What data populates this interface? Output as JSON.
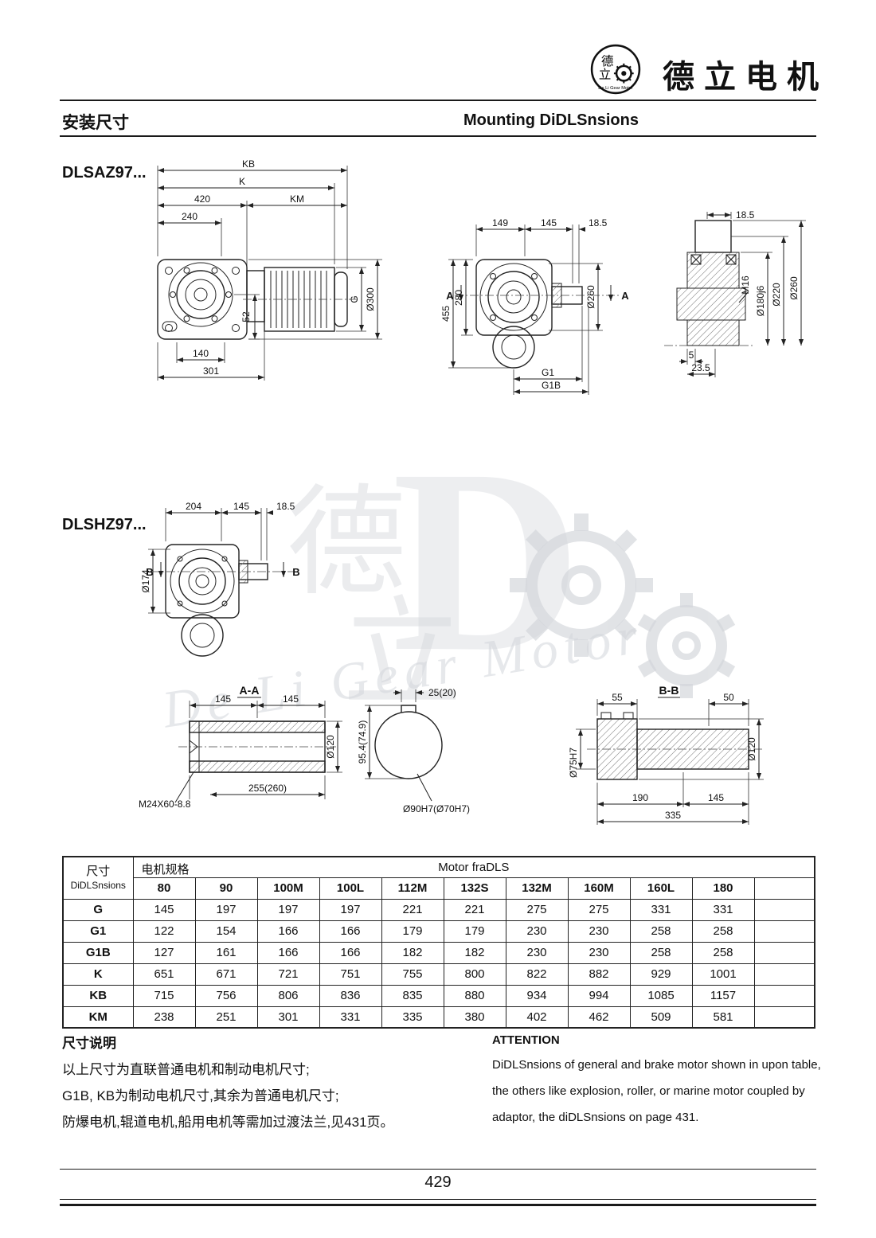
{
  "header": {
    "emblem": {
      "char_top": "德",
      "char_bottom": "立",
      "arc_text": "De Li Gear Motor"
    },
    "brand_cn": "德立电机",
    "title_cn": "安装尺寸",
    "title_en": "Mounting DiDLSnsions"
  },
  "sections": {
    "dlsaz_label": "DLSAZ97...",
    "dlshz_label": "DLSHZ97..."
  },
  "dims": {
    "side": {
      "kb": "KB",
      "k": "K",
      "n420": "420",
      "km": "KM",
      "n240": "240",
      "n52": "52",
      "g": "G",
      "d300": "Ø300",
      "n140": "140",
      "n301": "301"
    },
    "front": {
      "n149": "149",
      "n145": "145",
      "n185": "18.5",
      "n455": "455",
      "n280": "280",
      "sec": "A",
      "d260": "Ø260",
      "g1": "G1",
      "g1b": "G1B"
    },
    "detail": {
      "n185": "18.5",
      "m16": "M16",
      "d180": "Ø180j6",
      "d220": "Ø220",
      "d260": "Ø260",
      "n5": "5",
      "n235": "23.5"
    },
    "hz": {
      "n204": "204",
      "n145": "145",
      "n185": "18.5",
      "d174": "Ø174",
      "sec": "B"
    },
    "aa": {
      "title": "A-A",
      "n145": "145",
      "d120": "Ø120",
      "m24": "M24X60-8.8",
      "n255": "255(260)",
      "n954": "95.4(74.9)",
      "n25": "25(20)",
      "d90": "Ø90H7(Ø70H7)"
    },
    "bb": {
      "title": "B-B",
      "n55": "55",
      "n50": "50",
      "d120": "Ø120",
      "d75": "Ø75H7",
      "n190": "190",
      "n145": "145",
      "n335": "335"
    }
  },
  "watermark": {
    "cn1": "德",
    "cn2": "立",
    "big": "D",
    "text": "De Li Gear Motor"
  },
  "table": {
    "dim_label_cn": "尺寸",
    "dim_label_en": "DiDLSnsions",
    "spec_label_cn": "电机规格",
    "spec_label_en": "Motor fraDLS",
    "sizes": [
      "80",
      "90",
      "100M",
      "100L",
      "112M",
      "132S",
      "132M",
      "160M",
      "160L",
      "180"
    ],
    "rows": [
      {
        "name": "G",
        "values": [
          "145",
          "197",
          "197",
          "197",
          "221",
          "221",
          "275",
          "275",
          "331",
          "331"
        ]
      },
      {
        "name": "G1",
        "values": [
          "122",
          "154",
          "166",
          "166",
          "179",
          "179",
          "230",
          "230",
          "258",
          "258"
        ]
      },
      {
        "name": "G1B",
        "values": [
          "127",
          "161",
          "166",
          "166",
          "182",
          "182",
          "230",
          "230",
          "258",
          "258"
        ]
      },
      {
        "name": "K",
        "values": [
          "651",
          "671",
          "721",
          "751",
          "755",
          "800",
          "822",
          "882",
          "929",
          "1001"
        ]
      },
      {
        "name": "KB",
        "values": [
          "715",
          "756",
          "806",
          "836",
          "835",
          "880",
          "934",
          "994",
          "1085",
          "1157"
        ]
      },
      {
        "name": "KM",
        "values": [
          "238",
          "251",
          "301",
          "331",
          "335",
          "380",
          "402",
          "462",
          "509",
          "581"
        ]
      }
    ]
  },
  "notes": {
    "cn": {
      "title": "尺寸说明",
      "lines": [
        "以上尺寸为直联普通电机和制动电机尺寸;",
        "G1B, KB为制动电机尺寸,其余为普通电机尺寸;",
        "防爆电机,辊道电机,船用电机等需加过渡法兰,见431页。"
      ]
    },
    "en": {
      "title": "ATTENTION",
      "lines": [
        "DiDLSnsions of general and brake motor shown in upon table,",
        "the others like explosion, roller, or marine motor coupled by",
        "adaptor, the diDLSnsions on page 431."
      ]
    }
  },
  "footer": {
    "page": "429"
  }
}
